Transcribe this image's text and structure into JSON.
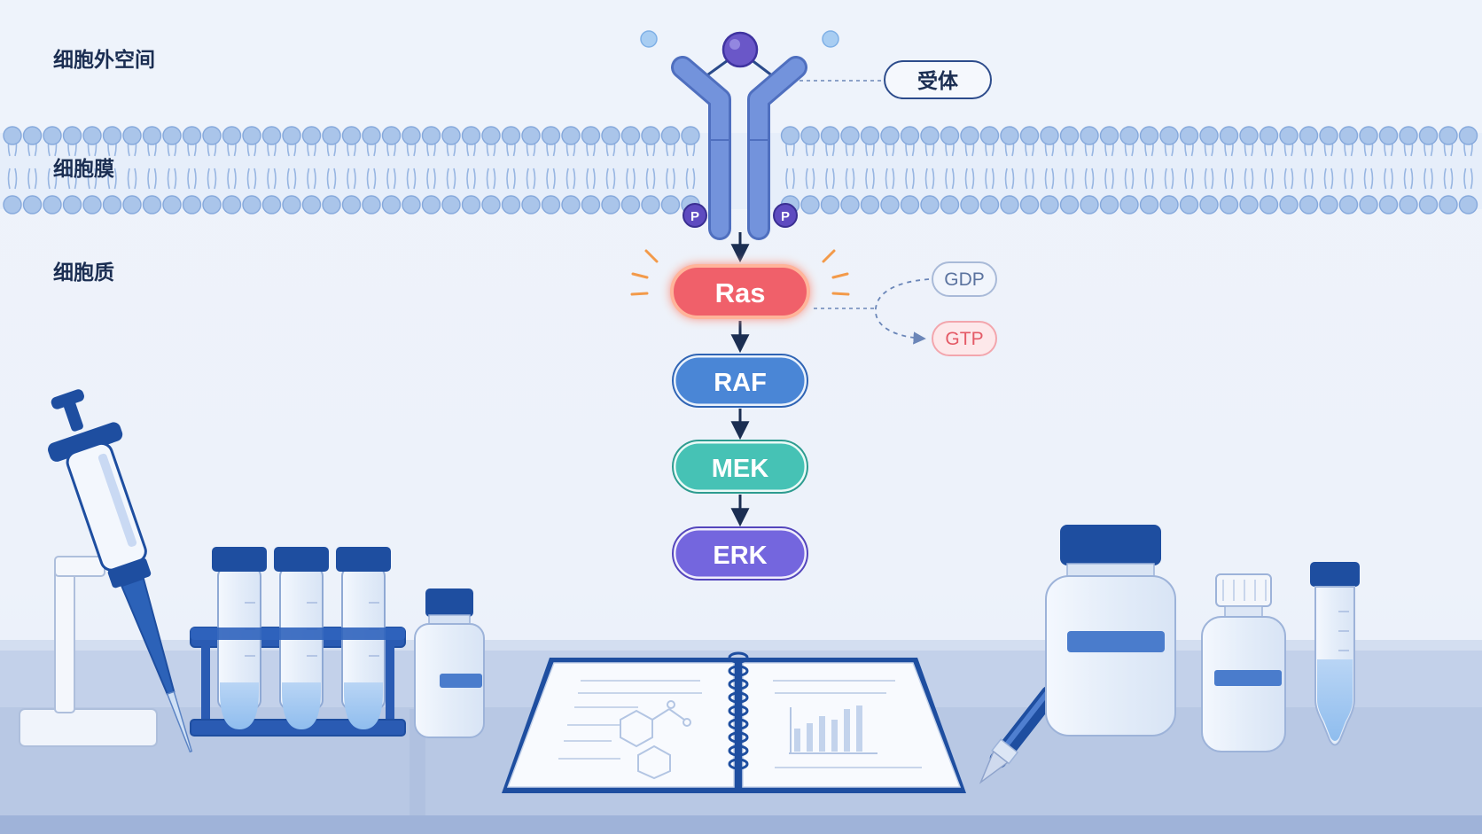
{
  "regions": {
    "extracellular": "细胞外空间",
    "membrane": "细胞膜",
    "cytoplasm": "细胞质"
  },
  "receptor": {
    "label": "受体",
    "phospho_left": "P",
    "phospho_right": "P"
  },
  "pathway": {
    "nodes": [
      "Ras",
      "RAF",
      "MEK",
      "ERK"
    ]
  },
  "nucleotides": {
    "gdp": "GDP",
    "gtp": "GTP"
  },
  "colors": {
    "ras": "#f0606a",
    "raf": "#4a86d6",
    "mek": "#46c2b5",
    "erk": "#7466de",
    "receptor": "#6f8fd8",
    "ligand": "#6a57c8",
    "membrane": "#aac5ea",
    "bench": "#bccbe6",
    "lab_blue": "#1e4ea0"
  }
}
